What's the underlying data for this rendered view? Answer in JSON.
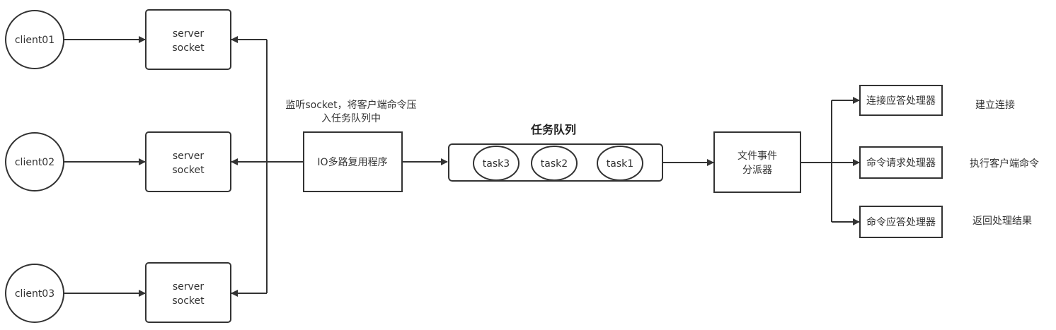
{
  "clients": [
    "client01",
    "client02",
    "client03"
  ],
  "server_socket": {
    "line1": "server",
    "line2": "socket"
  },
  "io_annotation": {
    "line1": "监听socket，将客户端命令压",
    "line2": "入任务队列中"
  },
  "io_program": "IO多路复用程序",
  "queue": {
    "title": "任务队列",
    "tasks": [
      "task3",
      "task2",
      "task1"
    ]
  },
  "dispatcher": {
    "line1": "文件事件",
    "line2": "分派器"
  },
  "handlers": [
    {
      "name": "连接应答处理器",
      "desc": "建立连接"
    },
    {
      "name": "命令请求处理器",
      "desc": "执行客户端命令"
    },
    {
      "name": "命令应答处理器",
      "desc": "返回处理结果"
    }
  ]
}
